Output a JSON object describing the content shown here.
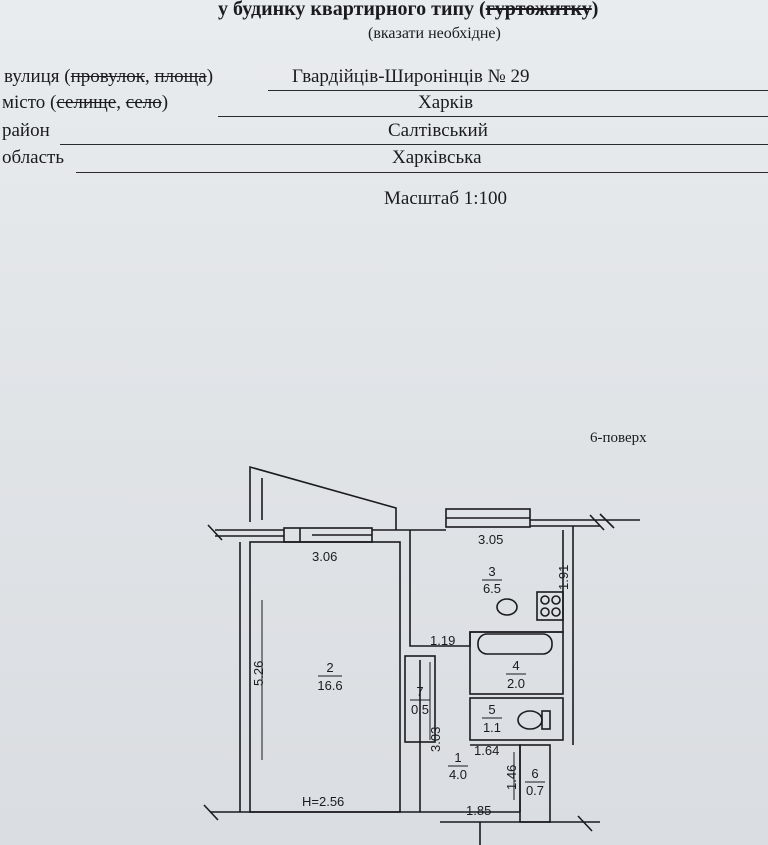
{
  "header": {
    "title_start": "у будинку квартирного типу (",
    "title_struck": "гуртожитку",
    "title_end": ")",
    "subnote": "(вказати необхідне)"
  },
  "address": {
    "street": {
      "label_start": "вулиця (",
      "struck_1": "провулок",
      "sep": ", ",
      "struck_2": "площа",
      "label_end": ")",
      "value": "Гвардійців-Широнінців  №  29"
    },
    "city": {
      "label_start": "місто (",
      "struck_1": "селище",
      "sep": ", ",
      "struck_2": "село",
      "label_end": ")",
      "value": "Харків"
    },
    "district": {
      "label": "район",
      "value": "Салтівський"
    },
    "region": {
      "label": "область",
      "value": "Харківська"
    }
  },
  "scale": "Масштаб 1:100",
  "floor": "6-поверх",
  "plan": {
    "dim_room2_top": "3.06",
    "dim_room3_top": "3.05",
    "dim_room2_left": "5.26",
    "dim_room3_right": "1.91",
    "dim_kitchen_notch": "1.19",
    "dim_hall_bottom_a": "H=2.56",
    "dim_hall_bottom_b": "1.85",
    "dim_hall_inner": "1.64",
    "dim_hall_vert": "3.03",
    "dim_small_vert": "1.46",
    "rooms": [
      {
        "num": "2",
        "area": "16.6"
      },
      {
        "num": "3",
        "area": "6.5"
      },
      {
        "num": "4",
        "area": "2.0"
      },
      {
        "num": "5",
        "area": "1.1"
      },
      {
        "num": "7",
        "area": "0.5"
      },
      {
        "num": "1",
        "area": "4.0"
      },
      {
        "num": "6",
        "area": "0.7"
      }
    ]
  }
}
